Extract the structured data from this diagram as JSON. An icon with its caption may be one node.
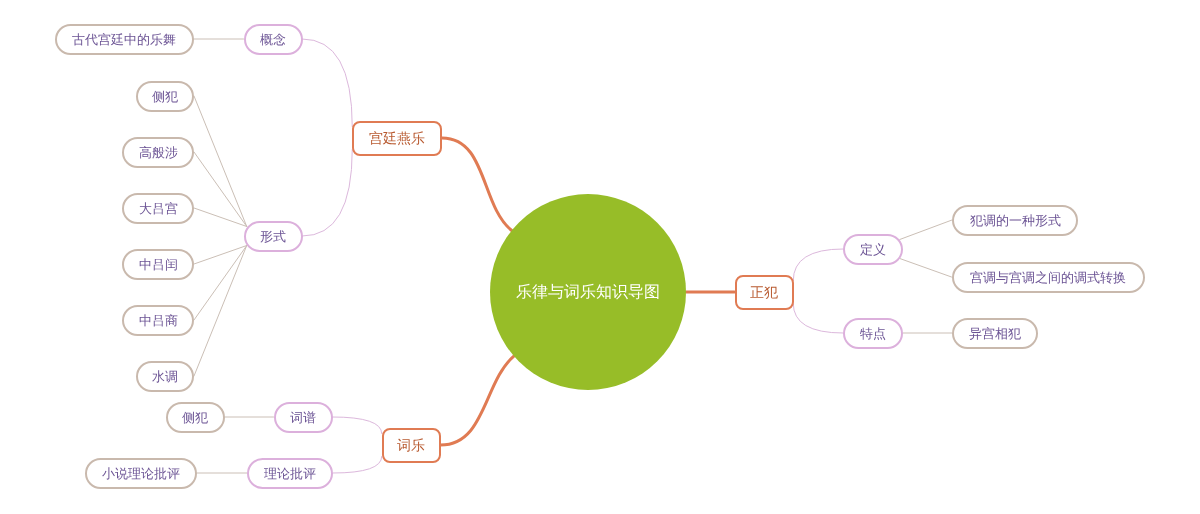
{
  "diagram": {
    "nodes": [
      {
        "text": [
          "乐律与词乐知识导图"
        ]
      },
      {
        "text": [
          "宫廷燕乐"
        ]
      },
      {
        "text": [
          "概念"
        ]
      },
      {
        "text": [
          "古代宫廷中的乐舞"
        ]
      },
      {
        "text": [
          "形式"
        ]
      },
      {
        "text": [
          "侧犯"
        ]
      },
      {
        "text": [
          "高般涉"
        ]
      },
      {
        "text": [
          "大吕宫"
        ]
      },
      {
        "text": [
          "中吕闰"
        ]
      },
      {
        "text": [
          "中吕商"
        ]
      },
      {
        "text": [
          "水调"
        ]
      },
      {
        "text": [
          "正犯"
        ]
      },
      {
        "text": [
          "定义"
        ]
      },
      {
        "text": [
          "犯调的一种形式"
        ]
      },
      {
        "text": [
          "宫调与宫调之间的调式转换"
        ]
      },
      {
        "text": [
          "特点"
        ]
      },
      {
        "text": [
          "异宫相犯"
        ]
      },
      {
        "text": [
          "词乐"
        ]
      },
      {
        "text": [
          "词谱"
        ]
      },
      {
        "text": [
          "侧犯"
        ]
      },
      {
        "text": [
          "理论批评"
        ]
      },
      {
        "text": [
          "小说理论批评"
        ]
      }
    ],
    "edges": [
      {
        "from": 0,
        "to": 1,
        "arrow": "none",
        "style": "thick",
        "color": "#e07b53"
      },
      {
        "from": 1,
        "to": 2,
        "arrow": "none",
        "color": "#dcb8dc"
      },
      {
        "from": 2,
        "to": 3,
        "arrow": "none"
      },
      {
        "from": 1,
        "to": 4,
        "arrow": "none",
        "color": "#dcb8dc"
      },
      {
        "from": 4,
        "to": 5,
        "arrow": "none"
      },
      {
        "from": 4,
        "to": 6,
        "arrow": "none"
      },
      {
        "from": 4,
        "to": 7,
        "arrow": "none"
      },
      {
        "from": 4,
        "to": 8,
        "arrow": "none"
      },
      {
        "from": 4,
        "to": 9,
        "arrow": "none"
      },
      {
        "from": 4,
        "to": 10,
        "arrow": "none"
      },
      {
        "from": 0,
        "to": 11,
        "arrow": "none",
        "style": "thick",
        "color": "#e07b53"
      },
      {
        "from": 11,
        "to": 12,
        "arrow": "none",
        "color": "#dcb8dc"
      },
      {
        "from": 12,
        "to": 13,
        "arrow": "none"
      },
      {
        "from": 12,
        "to": 14,
        "arrow": "none"
      },
      {
        "from": 11,
        "to": 15,
        "arrow": "none",
        "color": "#dcb8dc"
      },
      {
        "from": 15,
        "to": 16,
        "arrow": "none"
      },
      {
        "from": 0,
        "to": 17,
        "arrow": "none",
        "style": "thick",
        "color": "#e07b53"
      },
      {
        "from": 17,
        "to": 18,
        "arrow": "none",
        "color": "#dcb8dc"
      },
      {
        "from": 18,
        "to": 19,
        "arrow": "none"
      },
      {
        "from": 17,
        "to": 20,
        "arrow": "none",
        "color": "#dcb8dc"
      },
      {
        "from": 20,
        "to": 21,
        "arrow": "none"
      }
    ]
  }
}
